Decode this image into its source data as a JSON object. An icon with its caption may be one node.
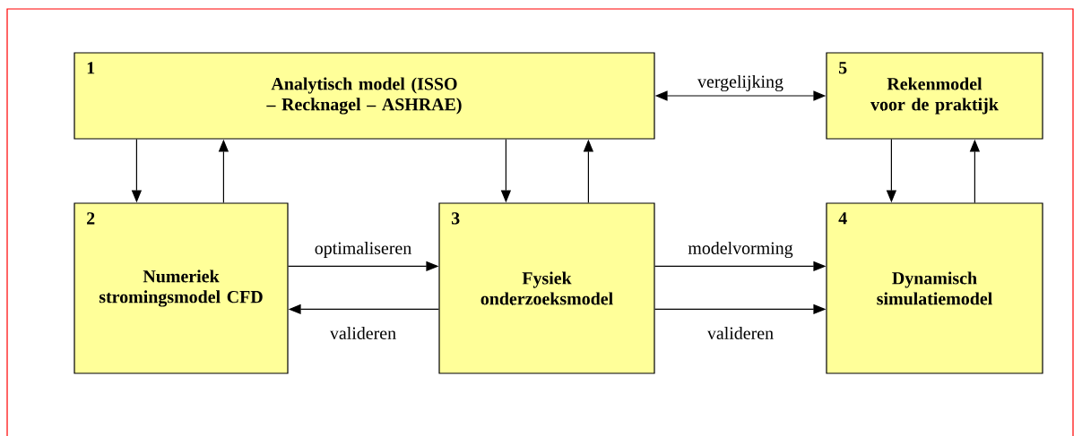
{
  "diagram": {
    "nodes": [
      {
        "text": [
          "1",
          "Analytisch model (ISSO – Recknagel – ASHRAE)"
        ]
      },
      {
        "text": [
          "5",
          "Rekenmodel voor de praktijk"
        ]
      },
      {
        "text": [
          "2",
          "Numeriek stromingsmodel CFD"
        ]
      },
      {
        "text": [
          "3",
          "Fysiek onderzoeksmodel"
        ]
      },
      {
        "text": [
          "4",
          "Dynamisch simulatiemodel"
        ]
      }
    ],
    "edges": [
      {
        "from": 0,
        "to": 1,
        "arrow": "both",
        "label": "vergelijking"
      },
      {
        "from": 0,
        "to": 2,
        "arrow": "to"
      },
      {
        "from": 2,
        "to": 0,
        "arrow": "to"
      },
      {
        "from": 0,
        "to": 3,
        "arrow": "to"
      },
      {
        "from": 3,
        "to": 0,
        "arrow": "to"
      },
      {
        "from": 1,
        "to": 4,
        "arrow": "to"
      },
      {
        "from": 4,
        "to": 1,
        "arrow": "to"
      },
      {
        "from": 2,
        "to": 3,
        "arrow": "to",
        "label": "optimaliseren"
      },
      {
        "from": 3,
        "to": 2,
        "arrow": "to",
        "label": "valideren"
      },
      {
        "from": 3,
        "to": 4,
        "arrow": "to",
        "label": "modelvorming"
      },
      {
        "from": 3,
        "to": 4,
        "arrow": "to",
        "label": "valideren"
      }
    ]
  }
}
